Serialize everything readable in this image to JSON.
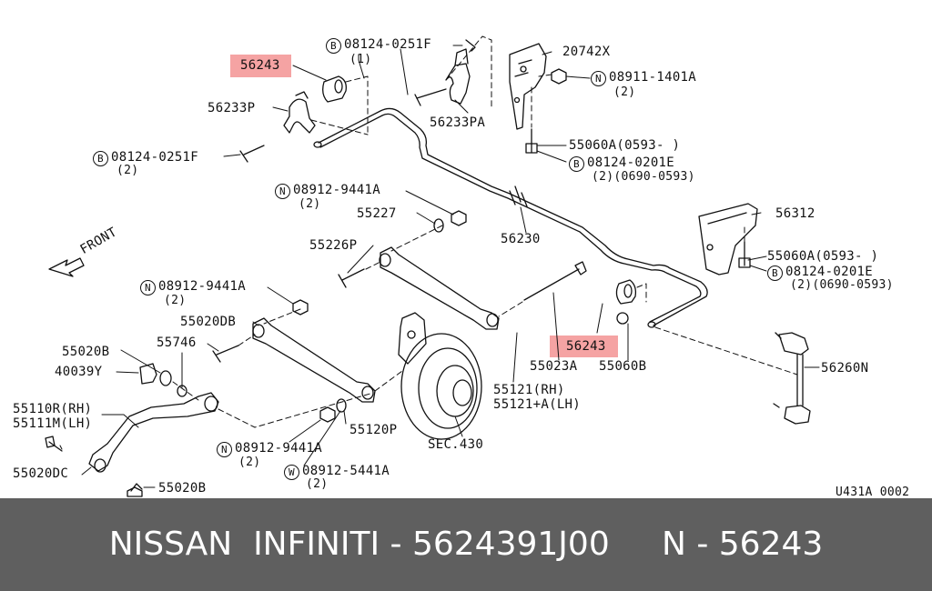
{
  "labels": {
    "p56243_top": "56243",
    "b_bolt_top": "08124-0251F",
    "b_bolt_top_qty": "(1)",
    "p20742x": "20742X",
    "n_nut_top": "08911-1401A",
    "n_nut_top_qty": "(2)",
    "p56233p": "56233P",
    "p56233pa": "56233PA",
    "b_bolt_left": "08124-0251F",
    "b_bolt_left_qty": "(2)",
    "p55060a_top": "55060A(0593-   )",
    "b_bolt_right1": "08124-0201E",
    "b_bolt_right1_qty": "(2)(0690-0593)",
    "n_nut_mid": "08912-9441A",
    "n_nut_mid_qty": "(2)",
    "p55227": "55227",
    "p56230": "56230",
    "p56312": "56312",
    "p55060a_right": "55060A(0593-   )",
    "b_bolt_right2": "08124-0201E",
    "b_bolt_right2_qty": "(2)(0690-0593)",
    "p55226p": "55226P",
    "front": "FRONT",
    "n_nut_left": "08912-9441A",
    "n_nut_left_qty": "(2)",
    "p55020db": "55020DB",
    "p55746": "55746",
    "p55020b_top": "55020B",
    "p40039y": "40039Y",
    "p56243_mid": "56243",
    "p55023a": "55023A",
    "p55060b": "55060B",
    "p56260n": "56260N",
    "p55121_rh": "55121(RH)",
    "p55121_lh": "55121+A(LH)",
    "p55110r": "55110R(RH)",
    "p55111m": "55111M(LH)",
    "p55120p": "55120P",
    "sec430": "SEC.430",
    "n_nut_bot": "08912-9441A",
    "n_nut_bot_qty": "(2)",
    "w_washer": "08912-5441A",
    "w_washer_qty": "(2)",
    "p55020dc": "55020DC",
    "p55020b_bot": "55020B",
    "diagram_code": "U431A 0002"
  },
  "circled": {
    "b": "B",
    "n": "N",
    "w": "W"
  },
  "footer": {
    "text": "NISSAN  INFINITI - 5624391J00     N - 56243"
  },
  "colors": {
    "highlight": "#f5a3a3",
    "footer_bg": "#5f5f5f",
    "footer_text": "#ffffff",
    "line": "#111111"
  }
}
